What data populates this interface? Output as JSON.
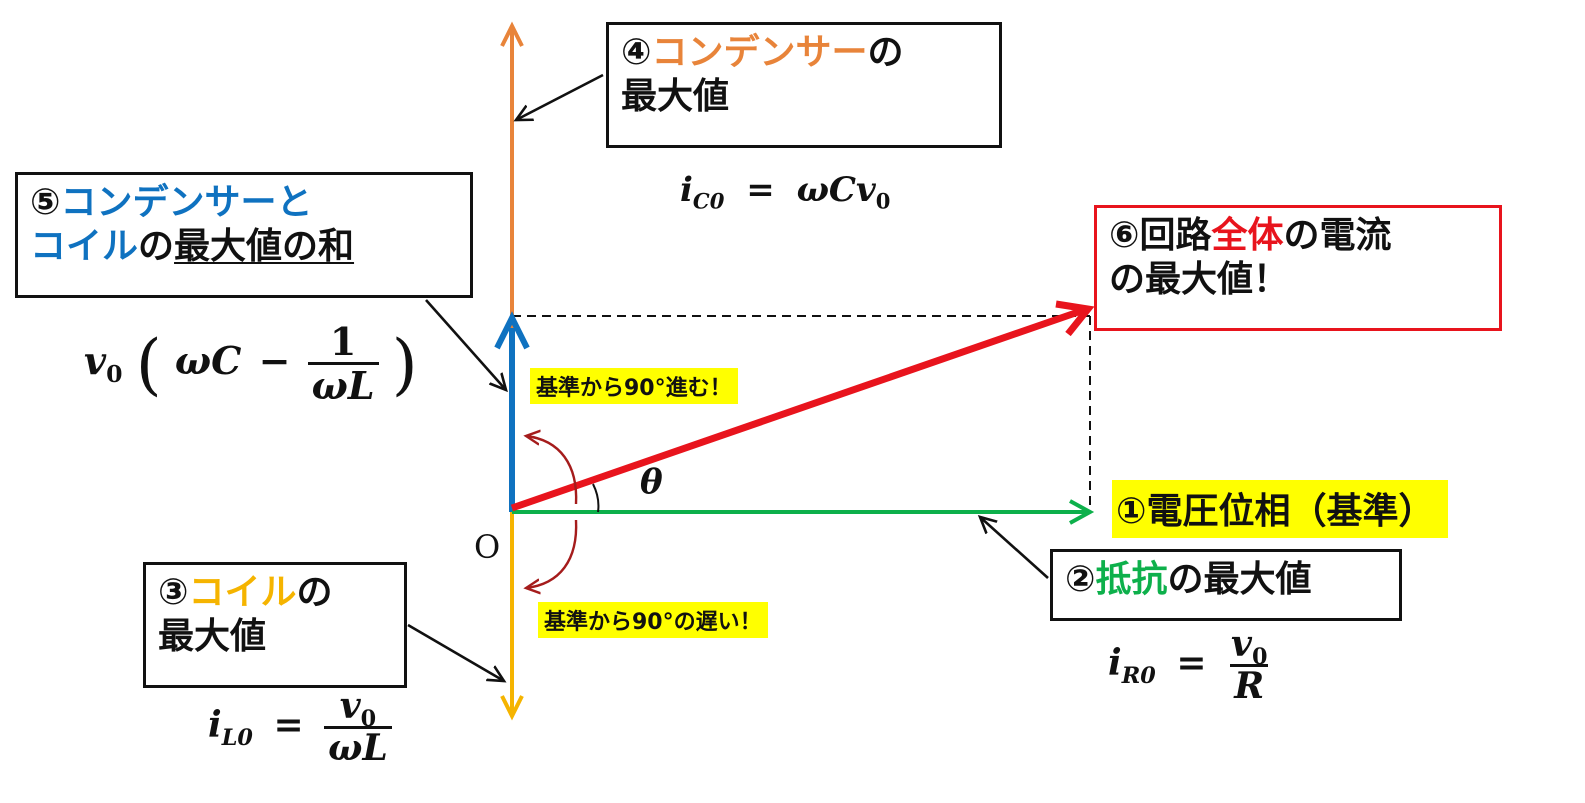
{
  "colors": {
    "orange": "#e8843a",
    "blue": "#0f72c0",
    "yellow": "#f5b400",
    "green": "#0db04b",
    "red": "#e8141d",
    "highlight": "#ffff00"
  },
  "boxes": {
    "capacitor": {
      "circled": "④",
      "highlight": "コンデンサー",
      "after": "の",
      "line2": "最大値"
    },
    "sum": {
      "circled": "⑤",
      "line1_colored": "コンデンサーと",
      "line2_colored": "コイル",
      "line2_mid": "の",
      "line2_underlined": "最大値の和"
    },
    "total": {
      "circled": "⑥",
      "before": "回路",
      "highlight": "全体",
      "after": "の電流",
      "line2": "の最大値！"
    },
    "coil": {
      "circled": "③",
      "highlight": "コイル",
      "after": "の",
      "line2": "最大値"
    },
    "resistor": {
      "circled": "②",
      "highlight": "抵抗",
      "after": "の最大値"
    }
  },
  "labels": {
    "reference": "①電圧位相（基準）",
    "lead": "基準から90°進む！",
    "lag": "基準から90°の遅い！",
    "origin": "O",
    "theta": "θ"
  },
  "formulas": {
    "capacitor": {
      "lhs": "i",
      "lhs_sub": "C0",
      "eq": "=",
      "rhs": "ωCv",
      "rhs_sub": "0"
    },
    "sum": {
      "v": "v",
      "v_sub": "0",
      "open": "(",
      "term": "ωC",
      "minus": "−",
      "num": "1",
      "den": "ωL",
      "close": ")"
    },
    "coil": {
      "lhs": "i",
      "lhs_sub": "L0",
      "eq": "=",
      "num": "v",
      "num_sub": "0",
      "den": "ωL"
    },
    "resistor": {
      "lhs": "i",
      "lhs_sub": "R0",
      "eq": "=",
      "num": "v",
      "num_sub": "0",
      "den": "R"
    }
  }
}
